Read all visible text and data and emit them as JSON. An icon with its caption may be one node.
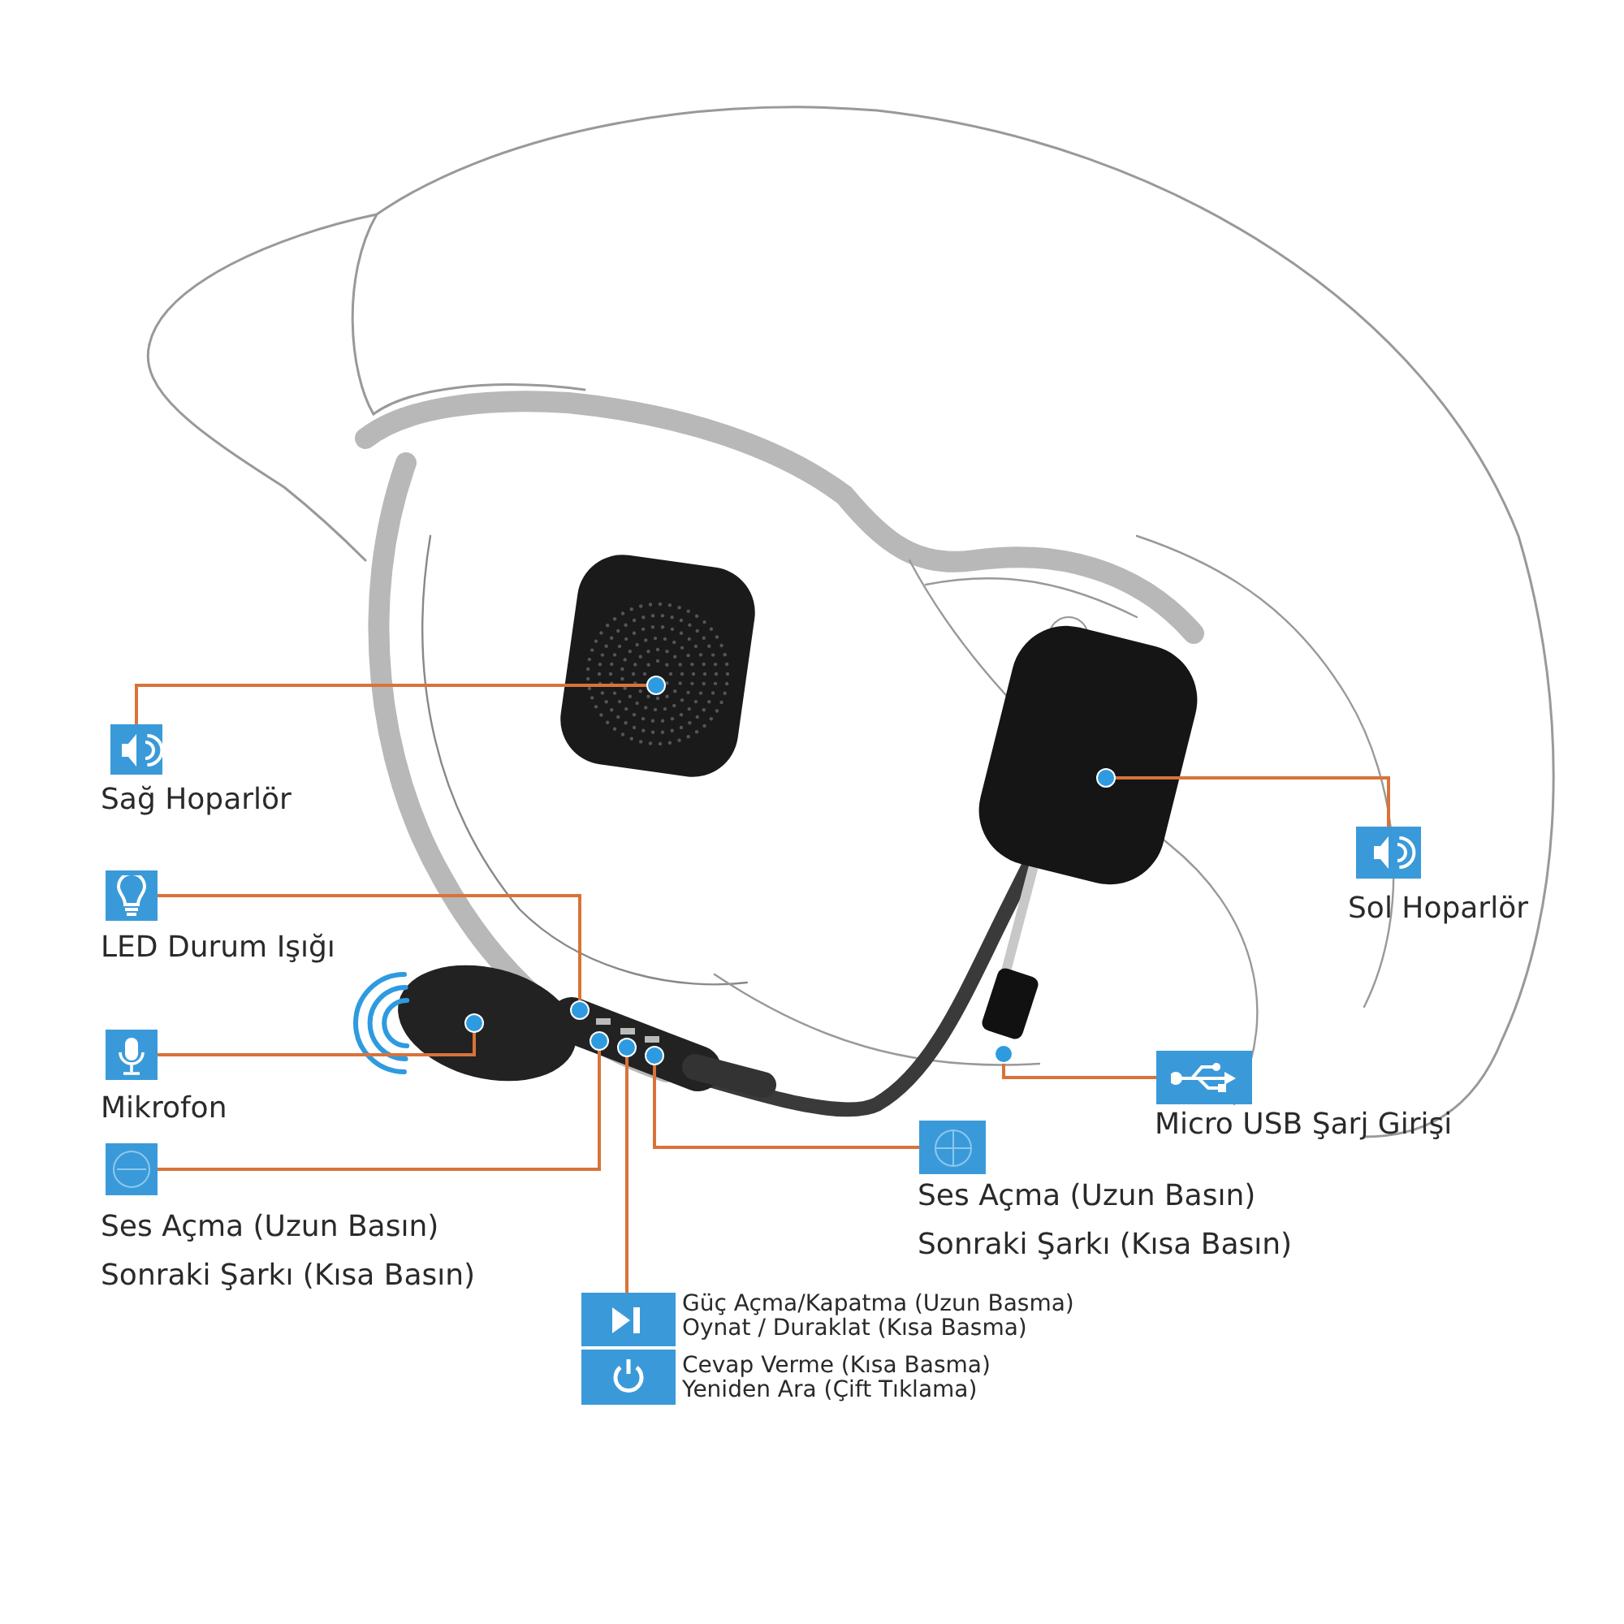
{
  "diagram": {
    "nodes": [
      {
        "text": [
          "Sağ Hoparlör"
        ]
      },
      {
        "text": [
          "LED Durum Işığı"
        ]
      },
      {
        "text": [
          "Mikrofon"
        ]
      },
      {
        "text": [
          "Ses Açma (Uzun Basın) Sonraki Şarkı (Kısa Basın)"
        ]
      },
      {
        "text": [
          "Sol Hoparlör"
        ]
      },
      {
        "text": [
          "Micro USB Şarj Girişi"
        ]
      },
      {
        "text": [
          "Ses Açma (Uzun Basın) Sonraki Şarkı (Kısa Basın)"
        ]
      },
      {
        "text": [
          "Güç Açma/Kapatma (Uzun Basma)",
          "Oynat / Duraklat (Kısa Basma)"
        ]
      },
      {
        "text": [
          "Cevap Verme (Kısa Basma)",
          "Yeniden Ara (Çift Tıklama)"
        ]
      },
      {
        "text": [],
        "shape": "circle"
      },
      {
        "text": [],
        "shape": "circle"
      },
      {
        "text": [],
        "shape": "circle"
      },
      {
        "text": [],
        "shape": "circle"
      },
      {
        "text": [],
        "shape": "circle"
      },
      {
        "text": [],
        "shape": "circle"
      },
      {
        "text": [],
        "shape": "circle"
      },
      {
        "text": [],
        "shape": "circle"
      }
    ],
    "edges": [
      {
        "from": 0,
        "to": 9,
        "arrow": "none"
      },
      {
        "from": 1,
        "to": 11,
        "arrow": "none"
      },
      {
        "from": 2,
        "to": 12,
        "arrow": "none"
      },
      {
        "from": 3,
        "to": 13,
        "arrow": "none"
      },
      {
        "from": 4,
        "to": 10,
        "arrow": "none"
      },
      {
        "from": 5,
        "to": 16,
        "arrow": "none"
      },
      {
        "from": 6,
        "to": 15,
        "arrow": "none"
      },
      {
        "from": 7,
        "to": 14,
        "arrow": "none"
      }
    ]
  }
}
